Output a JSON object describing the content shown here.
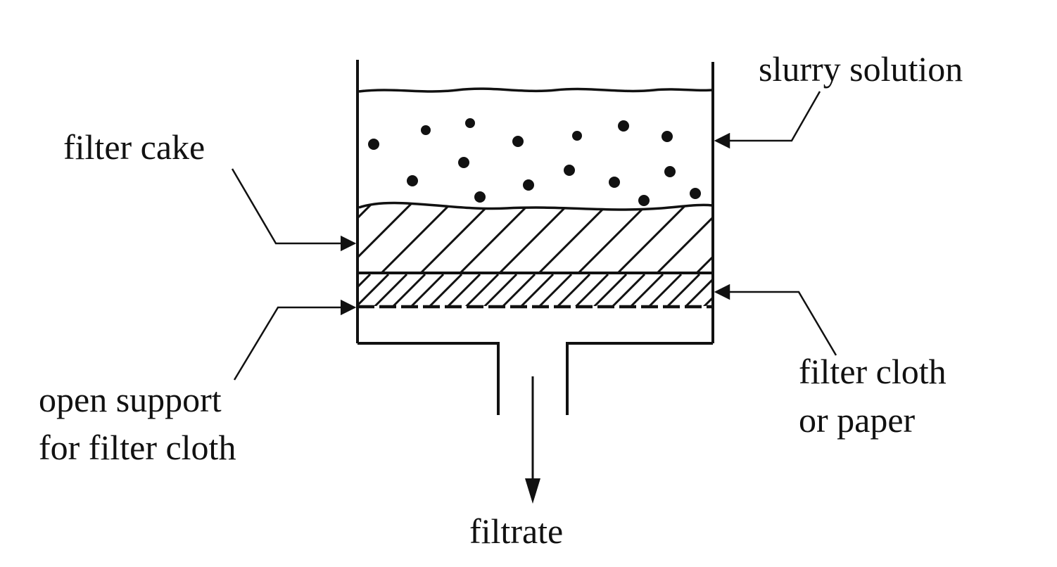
{
  "labels": {
    "slurry_solution": "slurry solution",
    "filter_cake": "filter cake",
    "open_support": [
      "open support",
      "for filter cloth"
    ],
    "filter_cloth": [
      "filter cloth",
      "or paper"
    ],
    "filtrate": "filtrate"
  },
  "colors": {
    "ink": "#111111",
    "background": "#ffffff"
  }
}
